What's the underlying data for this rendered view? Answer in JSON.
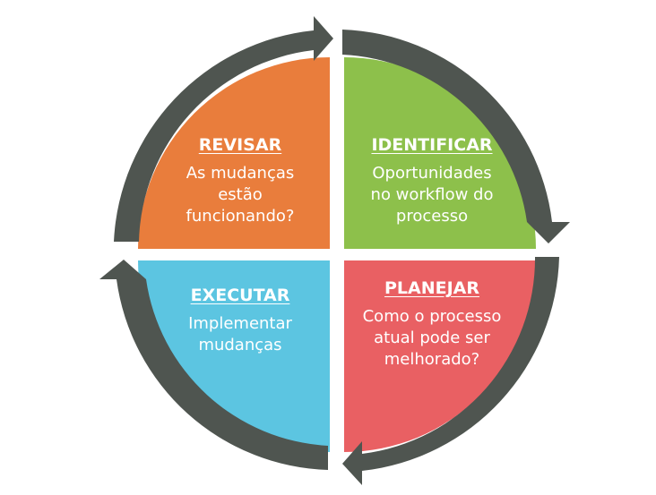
{
  "quadrants": {
    "revisar": {
      "title": "REVISAR",
      "text": "As mudanças\nestão\nfuncionando?",
      "color": "#E97D3C"
    },
    "identificar": {
      "title": "IDENTIFICAR",
      "text": "Oportunidades\nno workflow do\nprocesso",
      "color": "#8DC04B"
    },
    "planejar": {
      "title": "PLANEJAR",
      "text": "Como o processo\natual pode ser\nmelhorado?",
      "color": "#E96063"
    },
    "executar": {
      "title": "EXECUTAR",
      "text": "Implementar\nmudanças",
      "color": "#5CC5E1"
    }
  },
  "arrow_color": "#4F5550"
}
